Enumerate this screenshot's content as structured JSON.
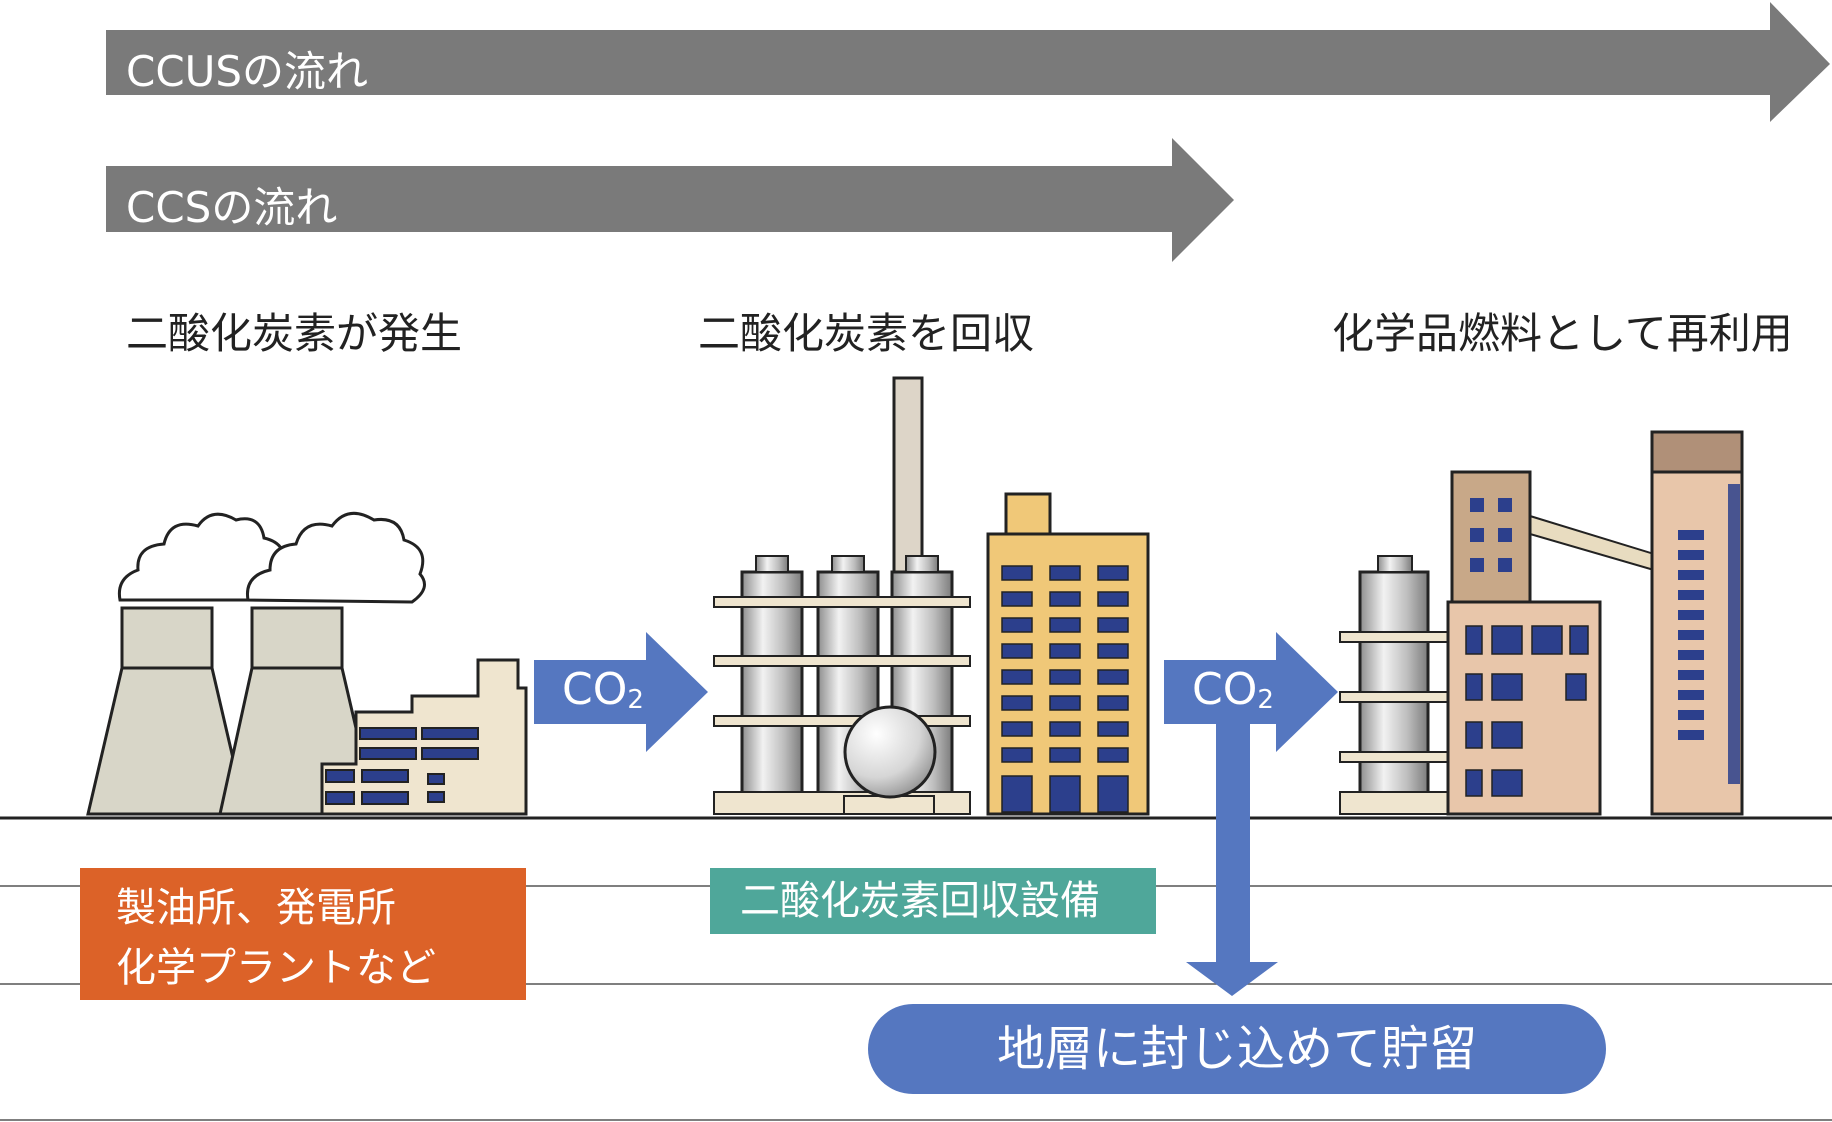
{
  "flows": {
    "ccus_label": "CCUSの流れ",
    "ccs_label": "CCSの流れ"
  },
  "stages": {
    "emission": "二酸化炭素が発生",
    "capture": "二酸化炭素を回収",
    "reuse": "化学品燃料として再利用"
  },
  "co2": {
    "main": "CO",
    "sub": "2"
  },
  "boxes": {
    "source_line1": "製油所、発電所",
    "source_line2": "化学プラントなど",
    "capture_facility": "二酸化炭素回収設備",
    "storage": "地層に封じ込めて貯留"
  },
  "colors": {
    "flow_arrow": "#7a7a7a",
    "co2_arrow": "#5577c0",
    "source_box": "#dc6228",
    "capture_box": "#4fa79a",
    "storage_box": "#5577c0"
  }
}
